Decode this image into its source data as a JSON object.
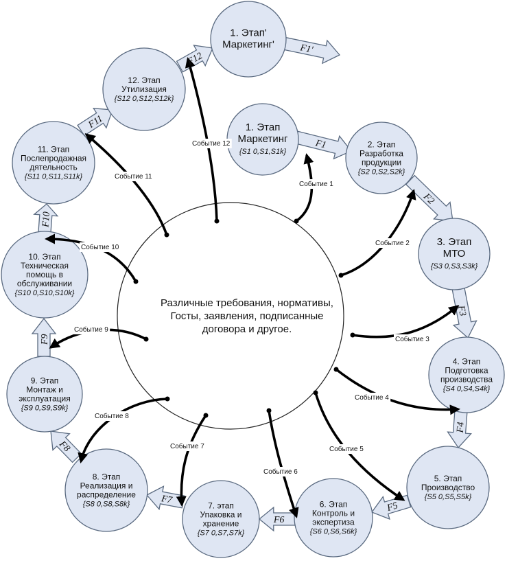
{
  "center": {
    "lines": [
      "Различные требования, нормативы,",
      "Госты, заявления, подписанные",
      "договора и другое."
    ]
  },
  "stages": {
    "s1": {
      "lines": [
        "1. Этап",
        "Маркетинг"
      ],
      "vars": "{S1 0,S1,S1k}"
    },
    "s1p": {
      "lines": [
        "1. Этап'",
        "Маркетинг'"
      ]
    },
    "s2": {
      "lines": [
        "2. Этап",
        "Разработка",
        "продукции"
      ],
      "vars": "{S2 0,S2,S2k}"
    },
    "s3": {
      "lines": [
        "3. Этап",
        "МТО"
      ],
      "vars": "{S3 0,S3,S3k}"
    },
    "s4": {
      "lines": [
        "4. Этап",
        "Подготовка",
        "производства"
      ],
      "vars": "{S4 0,S4,S4k}"
    },
    "s5": {
      "lines": [
        "5. Этап",
        "Производство"
      ],
      "vars": "{S5 0,S5,S5k}"
    },
    "s6": {
      "lines": [
        "6. Этап",
        "Контроль и",
        "экспертиза"
      ],
      "vars": "{S6 0,S6,S6k}"
    },
    "s7": {
      "lines": [
        "7. этап",
        "Упаковка и",
        "хранение"
      ],
      "vars": "{S7 0,S7,S7k}"
    },
    "s8": {
      "lines": [
        "8. Этап",
        "Реализация и",
        "распределение"
      ],
      "vars": "{S8 0,S8,S8k}"
    },
    "s9": {
      "lines": [
        "9. Этап",
        "Монтаж и",
        "эксплуатация"
      ],
      "vars": "{S9 0,S9,S9k}"
    },
    "s10": {
      "lines": [
        "10. Этап",
        "Техническая",
        "помощь в",
        "обслуживании"
      ],
      "vars": "{S10 0,S10,S10k}"
    },
    "s11": {
      "lines": [
        "11. Этап",
        "Послепродажная",
        "дятельность"
      ],
      "vars": "{S11 0,S11,S11k}"
    },
    "s12": {
      "lines": [
        "12. Этап",
        "Утилизация"
      ],
      "vars": "{S12 0,S12,S12k}"
    }
  },
  "flows": [
    "F1",
    "F2",
    "F3",
    "F4",
    "F5",
    "F6",
    "F7",
    "F8",
    "F9",
    "F10",
    "F11",
    "F12",
    "F1'"
  ],
  "events": [
    "Событие 1",
    "Событие 2",
    "Событие 3",
    "Событие 4",
    "Событие 5",
    "Событие 6",
    "Событие 7",
    "Событие 8",
    "Событие 9",
    "Событие 10",
    "Событие 11",
    "Событие 12"
  ],
  "colors": {
    "stage_fill": "#dfe6f3",
    "stage_stroke": "#5a6a80",
    "event_arrow": "#000000"
  }
}
